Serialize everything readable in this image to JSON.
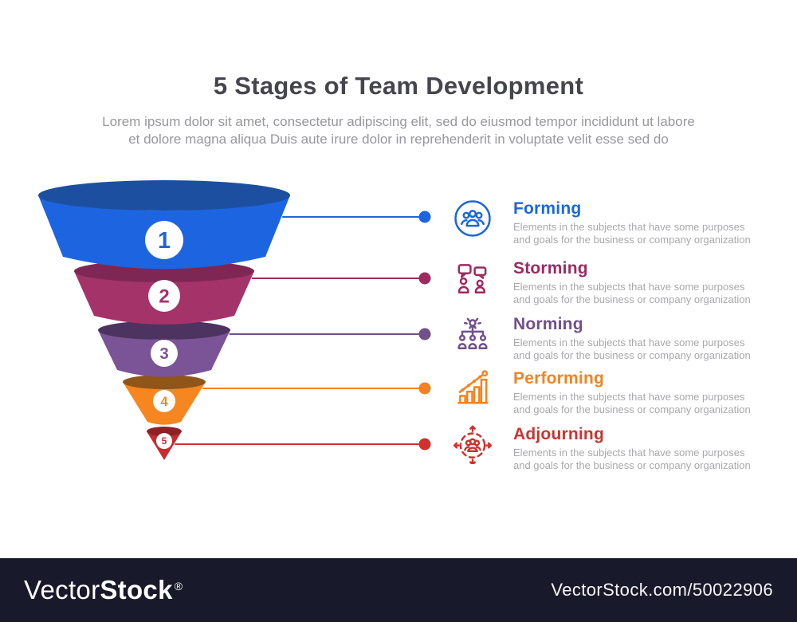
{
  "header": {
    "title": "5 Stages of Team Development",
    "subtitle_line1": "Lorem ipsum dolor sit amet, consectetur adipiscing elit, sed do eiusmod tempor incididunt ut labore",
    "subtitle_line2": "et dolore magna aliqua Duis aute irure dolor in reprehenderit in voluptate velit esse sed do"
  },
  "stages": [
    {
      "number": "1",
      "name": "Forming",
      "icon": "forming-icon",
      "accent": "#1b66e0",
      "funnel_body": "#1d65e0",
      "funnel_top": "#1d4fa0",
      "desc_line1": "Elements in the subjects that have some purposes",
      "desc_line2": "and goals for the  business or company organization"
    },
    {
      "number": "2",
      "name": "Storming",
      "icon": "storming-icon",
      "accent": "#9e2a60",
      "funnel_body": "#a43369",
      "funnel_top": "#7e2754",
      "desc_line1": "Elements in the subjects that have some purposes",
      "desc_line2": "and goals for the  business or company organization"
    },
    {
      "number": "3",
      "name": "Norming",
      "icon": "norming-icon",
      "accent": "#71508b",
      "funnel_body": "#7a5496",
      "funnel_top": "#4d3360",
      "desc_line1": "Elements in the subjects that have some purposes",
      "desc_line2": "and goals for the  business or company organization"
    },
    {
      "number": "4",
      "name": "Performing",
      "icon": "performing-icon",
      "accent": "#f5821f",
      "funnel_body": "#f6861f",
      "funnel_top": "#8f5519",
      "desc_line1": "Elements in the subjects that have some purposes",
      "desc_line2": "and goals for the  business or company organization"
    },
    {
      "number": "5",
      "name": "Adjourning",
      "icon": "adjourning-icon",
      "accent": "#d0312e",
      "funnel_body": "#c52d30",
      "funnel_top": "#8e2026",
      "desc_line1": "Elements in the subjects that have some purposes",
      "desc_line2": "and goals for the  business or company organization"
    }
  ],
  "watermark": {
    "brand_thin": "Vector",
    "brand_bold": "Stock",
    "registered": "®",
    "site_credit": "VectorStock.com/50022906",
    "bar_color": "#181a2b"
  }
}
